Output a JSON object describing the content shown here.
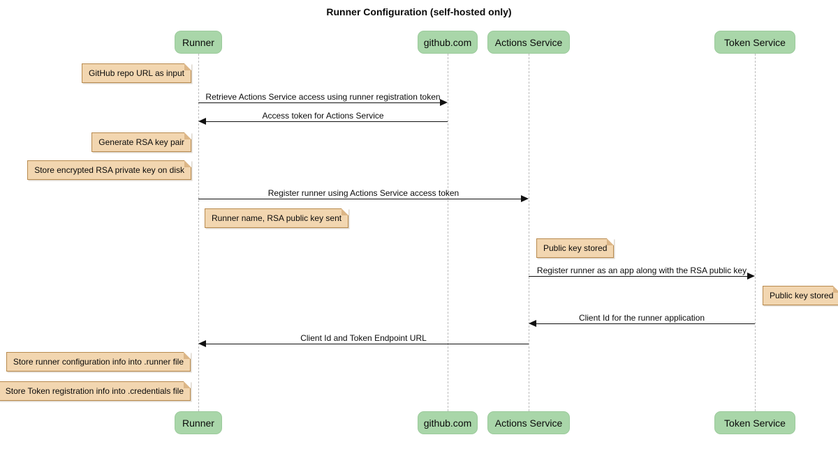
{
  "title": "Runner Configuration (self-hosted only)",
  "actors": [
    {
      "label": "Runner"
    },
    {
      "label": "github.com"
    },
    {
      "label": "Actions Service"
    },
    {
      "label": "Token Service"
    }
  ],
  "messages": [
    {
      "from": "Runner",
      "to": "github.com",
      "label": "Retrieve Actions Service access using runner registration token"
    },
    {
      "from": "github.com",
      "to": "Runner",
      "label": "Access token for Actions Service"
    },
    {
      "from": "Runner",
      "to": "Actions Service",
      "label": "Register runner using Actions Service access token"
    },
    {
      "from": "Actions Service",
      "to": "Token Service",
      "label": "Register runner as an app along with the RSA public key"
    },
    {
      "from": "Token Service",
      "to": "Actions Service",
      "label": "Client Id for the runner application"
    },
    {
      "from": "Actions Service",
      "to": "Runner",
      "label": "Client Id and Token Endpoint URL"
    }
  ],
  "notes": [
    {
      "label": "GitHub repo URL as input",
      "position": "left of Runner"
    },
    {
      "label": "Generate RSA key pair",
      "position": "left of Runner"
    },
    {
      "label": "Store encrypted RSA private key on disk",
      "position": "left of Runner"
    },
    {
      "label": "Runner name, RSA public key sent",
      "position": "right of Runner"
    },
    {
      "label": "Public key stored",
      "position": "right of Actions Service"
    },
    {
      "label": "Public key stored",
      "position": "right of Token Service"
    },
    {
      "label": "Store runner configuration info into .runner file",
      "position": "left of Runner"
    },
    {
      "label": "Store Token registration info into .credentials file",
      "position": "left of Runner"
    }
  ],
  "colors": {
    "actor_fill": "#a9d6a9",
    "actor_border": "#9bca9b",
    "note_fill": "#f2d6b0",
    "note_border": "#b88a4e",
    "note_fold": "#dcb687",
    "lifeline": "#bcbcbc",
    "arrow": "#111111",
    "text": "#0a0a0a"
  }
}
